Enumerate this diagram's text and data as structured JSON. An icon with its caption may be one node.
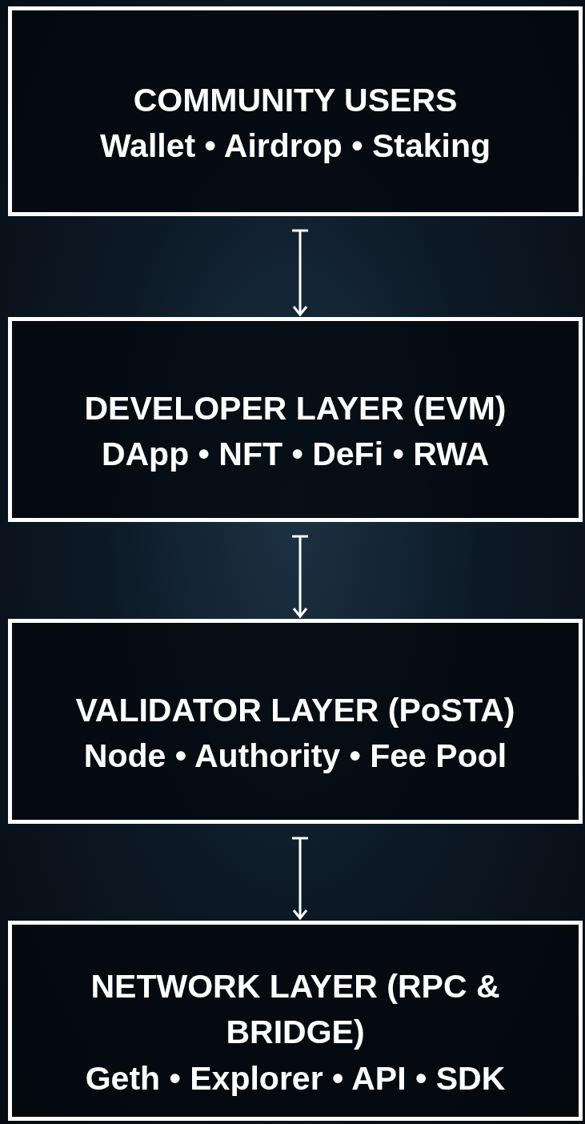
{
  "diagram": {
    "nodes": [
      {
        "text": [
          "COMMUNITY USERS",
          "Wallet • Airdrop • Staking"
        ]
      },
      {
        "text": [
          "DEVELOPER LAYER (EVM)",
          "DApp • NFT • DeFi • RWA"
        ]
      },
      {
        "text": [
          "VALIDATOR LAYER (PoSTA)",
          "Node • Authority • Fee Pool"
        ]
      },
      {
        "text": [
          "NETWORK LAYER (RPC & BRIDGE)",
          "Geth • Explorer • API • SDK"
        ]
      }
    ],
    "edges": [
      {
        "from": 0,
        "to": 1,
        "arrow": "to"
      },
      {
        "from": 1,
        "to": 2,
        "arrow": "to"
      },
      {
        "from": 2,
        "to": 3,
        "arrow": "to"
      }
    ]
  }
}
